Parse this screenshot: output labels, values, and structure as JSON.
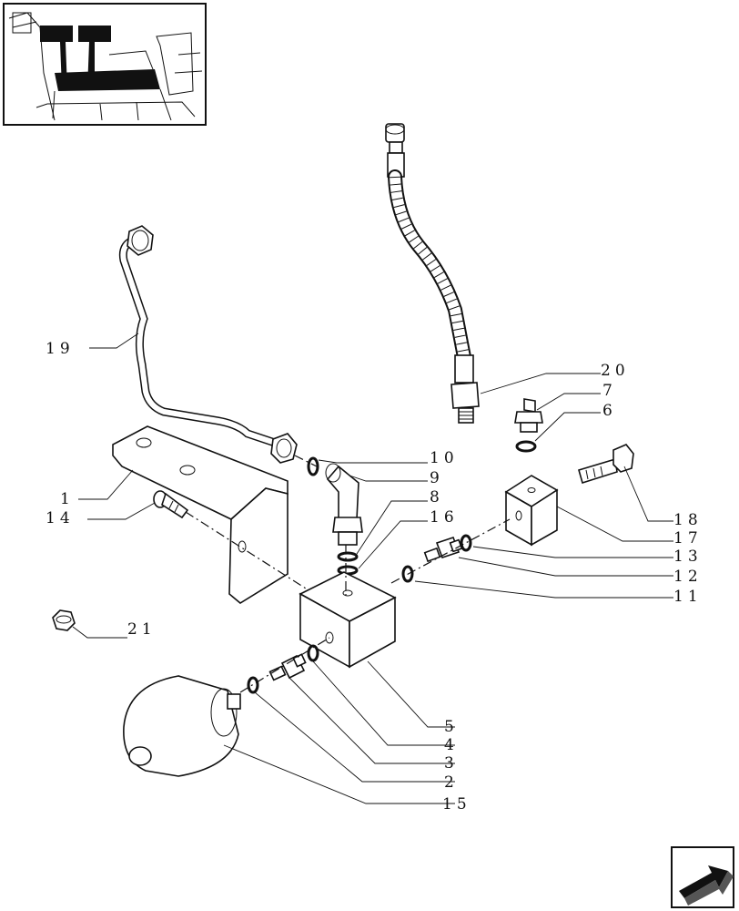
{
  "diagram": {
    "part_labels": [
      {
        "id": "p1",
        "text": "1"
      },
      {
        "id": "p2",
        "text": "2"
      },
      {
        "id": "p3",
        "text": "3"
      },
      {
        "id": "p4",
        "text": "4"
      },
      {
        "id": "p5",
        "text": "5"
      },
      {
        "id": "p6",
        "text": "6"
      },
      {
        "id": "p7",
        "text": "7"
      },
      {
        "id": "p8",
        "text": "8"
      },
      {
        "id": "p9",
        "text": "9"
      },
      {
        "id": "p10",
        "text": "10"
      },
      {
        "id": "p11",
        "text": "11"
      },
      {
        "id": "p12",
        "text": "12"
      },
      {
        "id": "p13",
        "text": "13"
      },
      {
        "id": "p14",
        "text": "14"
      },
      {
        "id": "p15",
        "text": "15"
      },
      {
        "id": "p16",
        "text": "16"
      },
      {
        "id": "p17",
        "text": "17"
      },
      {
        "id": "p18",
        "text": "18"
      },
      {
        "id": "p19",
        "text": "19"
      },
      {
        "id": "p20",
        "text": "20"
      },
      {
        "id": "p21",
        "text": "21"
      }
    ]
  },
  "thumbnail": {
    "icon": "tractor-pedals-locator-icon"
  },
  "nav": {
    "icon": "next-page-arrow-icon"
  }
}
